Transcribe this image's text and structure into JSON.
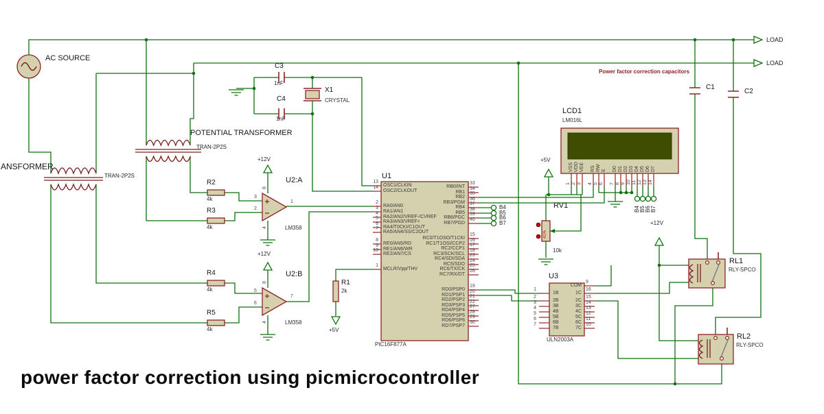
{
  "title": "power factor correction using picmicrocontroller",
  "notes": {
    "capacitors": "Power factor correction capacitors"
  },
  "loads": {
    "top": "LOAD",
    "bottom": "LOAD"
  },
  "source": {
    "label": "AC SOURCE"
  },
  "transformers": {
    "main_label": "ANSFORMER",
    "main_part": "TRAN-2P2S",
    "potential_label": "POTENTIAL TRANSFORMER",
    "potential_part": "TRAN-2P2S"
  },
  "power_labels": {
    "v12_u2a": "+12V",
    "v12_u2b": "+12V",
    "v12_relay": "+12V",
    "v5_lcd": "+5V",
    "v5_r1": "+5V"
  },
  "components": {
    "c1": {
      "ref": "C1"
    },
    "c2": {
      "ref": "C2"
    },
    "c3": {
      "ref": "C3",
      "value": "1nF"
    },
    "c4": {
      "ref": "C4",
      "value": "1nF"
    },
    "x1": {
      "ref": "X1",
      "value": "CRYSTAL"
    },
    "r1": {
      "ref": "R1",
      "value": "2k"
    },
    "r2": {
      "ref": "R2",
      "value": "4k"
    },
    "r3": {
      "ref": "R3",
      "value": "4k"
    },
    "r4": {
      "ref": "R4",
      "value": "4k"
    },
    "r5": {
      "ref": "R5",
      "value": "4k"
    },
    "rv1": {
      "ref": "RV1",
      "value": "10k",
      "setting": "41%"
    },
    "u2a": {
      "ref": "U2:A",
      "part": "LM358",
      "pin_plus": "3",
      "pin_minus": "2",
      "pin_out": "1",
      "pin_vcc": "8",
      "pin_gnd": "4"
    },
    "u2b": {
      "ref": "U2:B",
      "part": "LM358",
      "pin_plus": "5",
      "pin_minus": "6",
      "pin_out": "7",
      "pin_vcc": "8",
      "pin_gnd": "4"
    },
    "u1": {
      "ref": "U1",
      "part": "PIC16F877A",
      "left_pins": [
        {
          "num": "13",
          "name": "OSC1/CLKIN"
        },
        {
          "num": "14",
          "name": "OSC2/CLKOUT"
        },
        {
          "num": "2",
          "name": "RA0/AN0"
        },
        {
          "num": "3",
          "name": "RA1/AN1"
        },
        {
          "num": "4",
          "name": "RA2/AN2/VREF-/CVREF"
        },
        {
          "num": "5",
          "name": "RA3/AN3/VREF+"
        },
        {
          "num": "6",
          "name": "RA4/T0CKI/C1OUT"
        },
        {
          "num": "7",
          "name": "RA5/AN4/SS/C2OUT"
        },
        {
          "num": "8",
          "name": "RE0/AN5/RD"
        },
        {
          "num": "9",
          "name": "RE1/AN6/WR"
        },
        {
          "num": "10",
          "name": "RE2/AN7/CS"
        },
        {
          "num": "1",
          "name": "MCLR/Vpp/THV"
        }
      ],
      "right_pins": [
        {
          "num": "33",
          "name": "RB0/INT"
        },
        {
          "num": "34",
          "name": "RB1"
        },
        {
          "num": "35",
          "name": "RB2"
        },
        {
          "num": "36",
          "name": "RB3/PGM"
        },
        {
          "num": "37",
          "name": "RB4"
        },
        {
          "num": "38",
          "name": "RB5"
        },
        {
          "num": "39",
          "name": "RB6/PGC"
        },
        {
          "num": "40",
          "name": "RB7/PGD"
        },
        {
          "num": "15",
          "name": "RC0/T1OSO/T1CKI"
        },
        {
          "num": "16",
          "name": "RC1/T1OSI/CCP2"
        },
        {
          "num": "17",
          "name": "RC2/CCP1"
        },
        {
          "num": "18",
          "name": "RC3/SCK/SCL"
        },
        {
          "num": "23",
          "name": "RC4/SDI/SDA"
        },
        {
          "num": "24",
          "name": "RC5/SDO"
        },
        {
          "num": "25",
          "name": "RC6/TX/CK"
        },
        {
          "num": "26",
          "name": "RC7/RX/DT"
        },
        {
          "num": "19",
          "name": "RD0/PSP0"
        },
        {
          "num": "20",
          "name": "RD1/PSP1"
        },
        {
          "num": "21",
          "name": "RD2/PSP2"
        },
        {
          "num": "22",
          "name": "RD3/PSP3"
        },
        {
          "num": "27",
          "name": "RD4/PSP4"
        },
        {
          "num": "28",
          "name": "RD5/PSP5"
        },
        {
          "num": "29",
          "name": "RD6/PSP6"
        },
        {
          "num": "30",
          "name": "RD7/PSP7"
        }
      ]
    },
    "u3": {
      "ref": "U3",
      "part": "ULN2003A",
      "left_pins": [
        {
          "num": "1",
          "name": "1B"
        },
        {
          "num": "2",
          "name": "2B"
        },
        {
          "num": "3",
          "name": "3B"
        },
        {
          "num": "4",
          "name": "4B"
        },
        {
          "num": "5",
          "name": "5B"
        },
        {
          "num": "6",
          "name": "6B"
        },
        {
          "num": "7",
          "name": "7B"
        }
      ],
      "right_pins": [
        {
          "num": "9",
          "name": "COM"
        },
        {
          "num": "16",
          "name": "1C"
        },
        {
          "num": "15",
          "name": "2C"
        },
        {
          "num": "14",
          "name": "3C"
        },
        {
          "num": "13",
          "name": "4C"
        },
        {
          "num": "12",
          "name": "5C"
        },
        {
          "num": "11",
          "name": "6C"
        },
        {
          "num": "10",
          "name": "7C"
        }
      ]
    },
    "lcd1": {
      "ref": "LCD1",
      "part": "LM016L",
      "pins": [
        {
          "num": "1",
          "name": "VSS"
        },
        {
          "num": "2",
          "name": "VDD"
        },
        {
          "num": "3",
          "name": "VEE"
        },
        {
          "num": "4",
          "name": "RS"
        },
        {
          "num": "5",
          "name": "RW"
        },
        {
          "num": "6",
          "name": "E"
        },
        {
          "num": "7",
          "name": "D0"
        },
        {
          "num": "8",
          "name": "D1"
        },
        {
          "num": "9",
          "name": "D2"
        },
        {
          "num": "10",
          "name": "D3"
        },
        {
          "num": "11",
          "name": "D4"
        },
        {
          "num": "12",
          "name": "D5"
        },
        {
          "num": "13",
          "name": "D6"
        },
        {
          "num": "14",
          "name": "D7"
        }
      ]
    },
    "rl1": {
      "ref": "RL1",
      "part": "RLY-SPCO"
    },
    "rl2": {
      "ref": "RL2",
      "part": "RLY-SPCO"
    }
  },
  "terminals": {
    "pic_side": [
      "B4",
      "B5",
      "B6",
      "B7"
    ],
    "lcd_side": [
      "B4",
      "B5",
      "B6",
      "B7"
    ]
  },
  "colors": {
    "wire": "#0e700e",
    "outline": "#8b2323",
    "body_fill": "#d5d1ae",
    "screen": "#3f4d02",
    "note_red": "#8b1f1f"
  }
}
